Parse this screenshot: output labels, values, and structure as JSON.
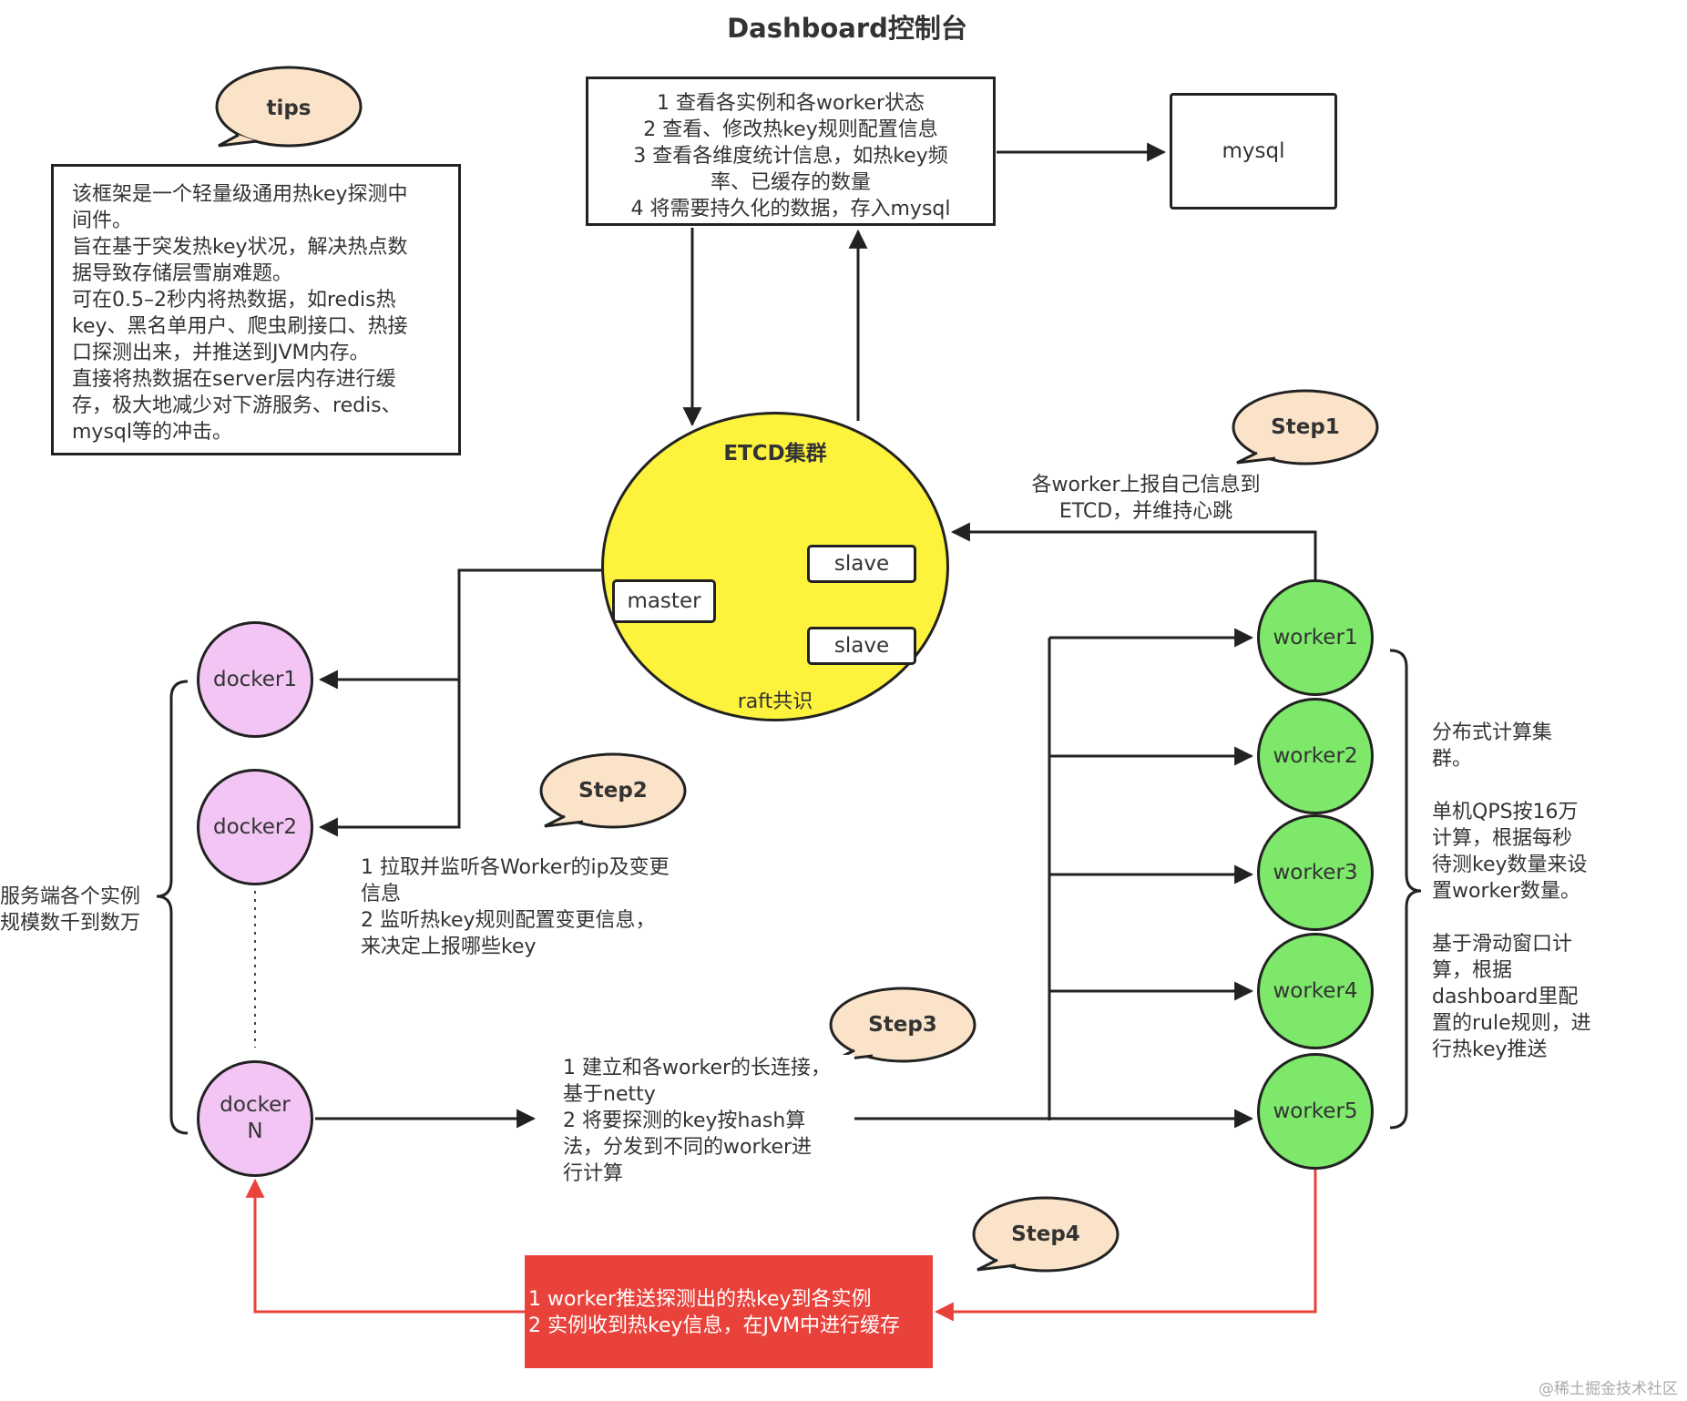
{
  "title": "Dashboard控制台",
  "dashboard_box": {
    "lines": [
      "1 查看各实例和各worker状态",
      "2 查看、修改热key规则配置信息",
      "3 查看各维度统计信息，如热key频",
      "率、已缓存的数量",
      "4 将需要持久化的数据，存入mysql"
    ]
  },
  "mysql_label": "mysql",
  "tips": {
    "bubble": "tips",
    "lines": [
      "该框架是一个轻量级通用热key探测中",
      "间件。",
      "旨在基于突发热key状况，解决热点数",
      "据导致存储层雪崩难题。",
      "可在0.5–2秒内将热数据，如redis热",
      "key、黑名单用户、爬虫刷接口、热接",
      "口探测出来，并推送到JVM内存。",
      "直接将热数据在server层内存进行缓",
      "存，极大地减少对下游服务、redis、",
      "mysql等的冲击。"
    ]
  },
  "etcd": {
    "title": "ETCD集群",
    "master": "master",
    "slave1": "slave",
    "slave2": "slave",
    "footer": "raft共识"
  },
  "step1": {
    "bubble": "Step1",
    "lines": [
      "各worker上报自己信息到",
      "ETCD，并维持心跳"
    ]
  },
  "step2": {
    "bubble": "Step2",
    "lines": [
      "1  拉取并监听各Worker的ip及变更",
      "信息",
      "2 监听热key规则配置变更信息，",
      "来决定上报哪些key"
    ]
  },
  "step3": {
    "bubble": "Step3",
    "lines": [
      "1 建立和各worker的长连接，",
      "基于netty",
      "2 将要探测的key按hash算",
      "法，分发到不同的worker进",
      "行计算"
    ]
  },
  "step4": {
    "bubble": "Step4",
    "lines": [
      "1 worker推送探测出的热key到各实例",
      "2 实例收到热key信息，在JVM中进行缓存"
    ]
  },
  "dockers": {
    "d1": "docker1",
    "d2": "docker2",
    "dn1": "docker",
    "dn2": "N"
  },
  "left_note": [
    "服务端各个实例",
    "规模数千到数万"
  ],
  "workers": [
    "worker1",
    "worker2",
    "worker3",
    "worker4",
    "worker5"
  ],
  "right_note": {
    "p1": [
      "分布式计算集",
      "群。"
    ],
    "p2": [
      "单机QPS按16万",
      "计算，根据每秒",
      "待测key数量来设",
      "置worker数量。"
    ],
    "p3": [
      "基于滑动窗口计",
      "算，根据",
      "dashboard里配",
      "置的rule规则，进",
      "行热key推送"
    ]
  },
  "watermark": "@稀土掘金技术社区",
  "colors": {
    "docker": "#f2c5f4",
    "worker": "#7de86a",
    "etcd": "#fdf23c",
    "bubble": "#fbe3c9",
    "step4_box": "#e8423b",
    "step4_arrow": "#e8423b"
  }
}
